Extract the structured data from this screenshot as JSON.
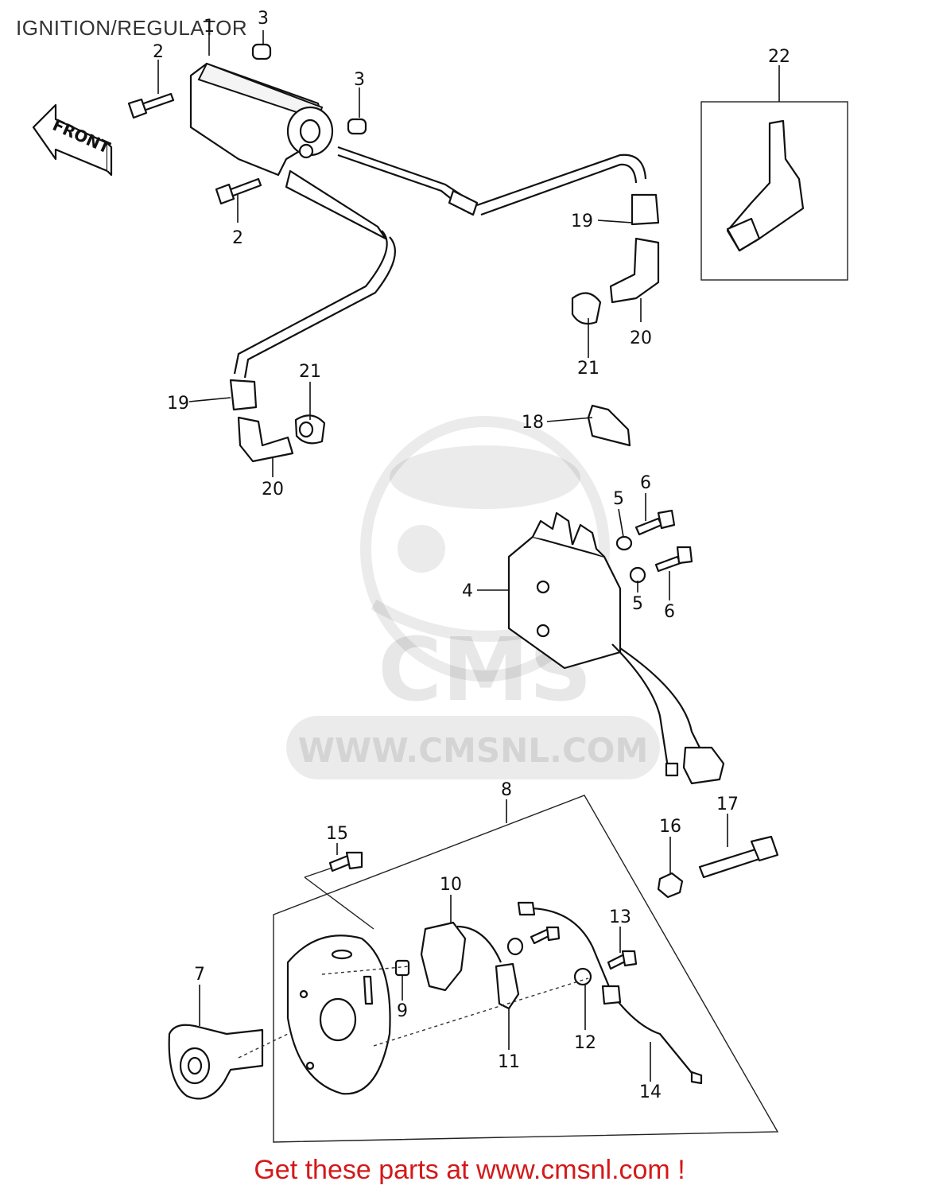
{
  "title": "IGNITION/REGULATOR",
  "footer_text": "Get these parts at www.cmsnl.com !",
  "front_arrow_label": "FRONT",
  "watermark": {
    "logo": "CMS",
    "url": "WWW.CMSNL.COM"
  },
  "callouts": {
    "c1": "1",
    "c2a": "2",
    "c2b": "2",
    "c3a": "3",
    "c3b": "3",
    "c4": "4",
    "c5a": "5",
    "c5b": "5",
    "c6a": "6",
    "c6b": "6",
    "c7": "7",
    "c8": "8",
    "c9": "9",
    "c10": "10",
    "c11": "11",
    "c12": "12",
    "c13": "13",
    "c14": "14",
    "c15": "15",
    "c16": "16",
    "c17": "17",
    "c18": "18",
    "c19a": "19",
    "c19b": "19",
    "c20a": "20",
    "c20b": "20",
    "c21a": "21",
    "c21b": "21",
    "c22": "22"
  },
  "colors": {
    "footer": "#d41919",
    "line": "#111111",
    "watermark": "#000000"
  }
}
